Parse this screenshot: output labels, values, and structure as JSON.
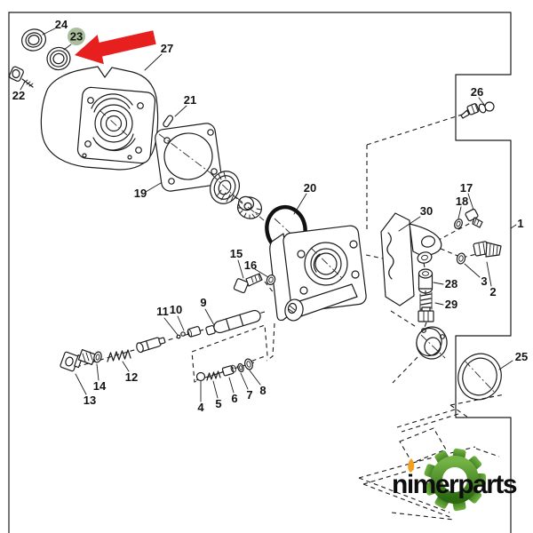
{
  "diagram": {
    "type": "exploded-parts-diagram",
    "callouts": {
      "p1": "1",
      "p2": "2",
      "p3": "3",
      "p4": "4",
      "p5": "5",
      "p6": "6",
      "p7": "7",
      "p8": "8",
      "p9": "9",
      "p10": "10",
      "p11": "11",
      "p12": "12",
      "p13": "13",
      "p14": "14",
      "p15": "15",
      "p16": "16",
      "p17": "17",
      "p18": "18",
      "p19": "19",
      "p20": "20",
      "p21": "21",
      "p22": "22",
      "p23": "23",
      "p24": "24",
      "p25": "25",
      "p26": "26",
      "p27": "27",
      "p28": "28",
      "p29": "29",
      "p30": "30"
    },
    "highlight": {
      "part_number": "23",
      "badge_color": "#a9bf9b",
      "badge_text_color": "#3f5236",
      "arrow_color": "#e81f1f"
    },
    "logo": {
      "text": "nimerparts",
      "text_color": "#0d0d0d",
      "gear_color_top": "#74b345",
      "gear_color_bottom": "#2c6a12",
      "flame_color": "#f2a01d"
    },
    "line_color": "#1b1b1b",
    "background": "#ffffff"
  }
}
